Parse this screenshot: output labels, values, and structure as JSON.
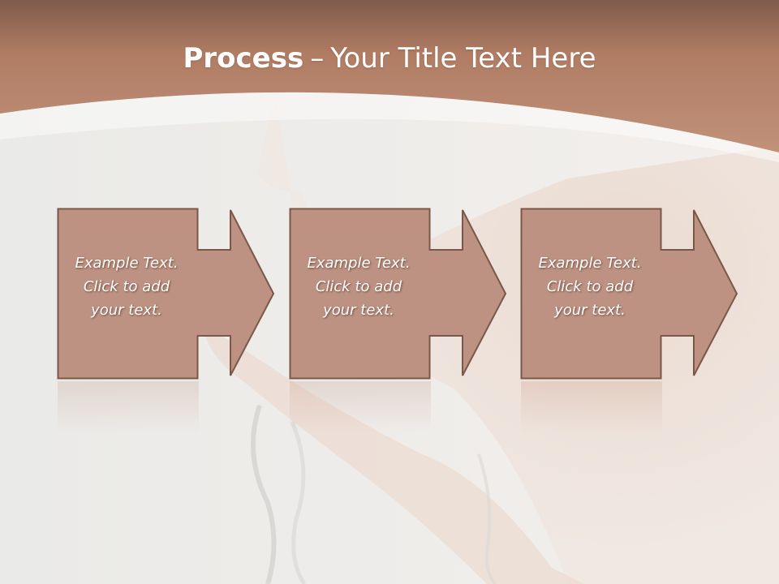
{
  "slide": {
    "title_bold": "Process",
    "title_dash": "–",
    "title_rest": "Your Title Text Here"
  },
  "steps": [
    {
      "line1": "Example Text.",
      "line2": "Click  to add",
      "line3": "your text."
    },
    {
      "line1": "Example Text.",
      "line2": "Click  to add",
      "line3": "your text."
    },
    {
      "line1": "Example Text.",
      "line2": "Click  to add",
      "line3": "your text."
    }
  ],
  "colors": {
    "header": "#b17d65",
    "box_fill": "#bd9282",
    "box_stroke": "#7a5848",
    "title_text": "#ffffff"
  },
  "icons": [
    "right-arrow-icon"
  ]
}
